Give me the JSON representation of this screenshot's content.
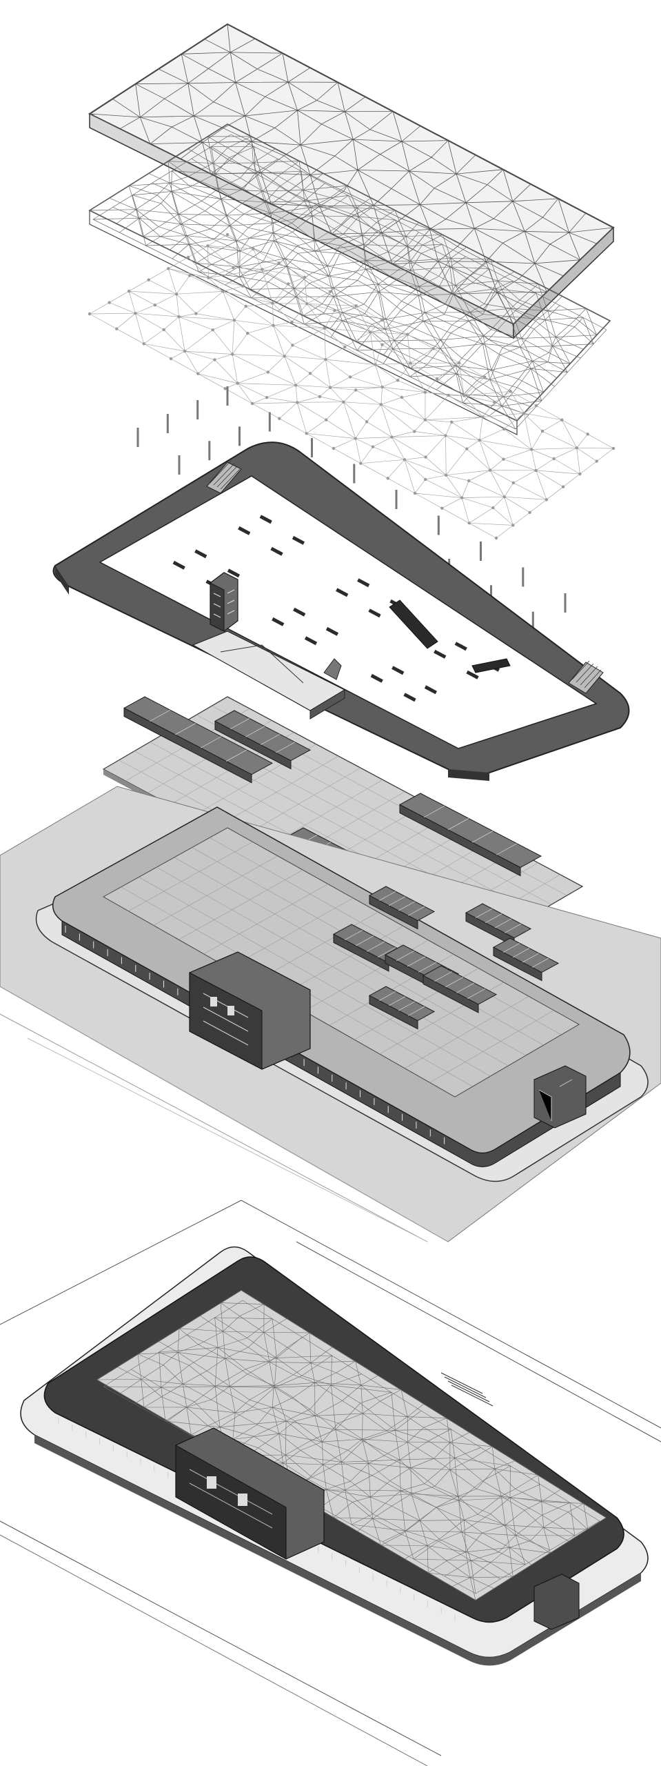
{
  "diagram": {
    "kind": "exploded-axonometric",
    "palette": {
      "background": "#ffffff",
      "ink": "#1f1f1f",
      "line_light": "#9a9a9a",
      "deck": "#5c5c5c",
      "floor": "#c8c8c8",
      "ground": "#d6d6d6",
      "wall": "#8a8a8a"
    },
    "layers": [
      "glass-roof-shell",
      "space-truss-frame",
      "node-truss-frame",
      "roof-columns",
      "upper-ring-deck",
      "mezzanine-slab",
      "ground-floor-hall",
      "assembled-building"
    ]
  }
}
